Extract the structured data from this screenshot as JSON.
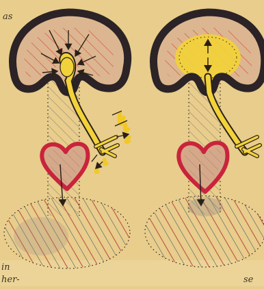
{
  "handwriting": {
    "top_left": "as",
    "bottom_left_1": "in",
    "bottom_left_2": "her-",
    "bottom_right": "se"
  },
  "colors": {
    "paper": "#e8cd8c",
    "paper_edge": "#f1dca6",
    "brain_outline": "#2b2326",
    "brain_fill": "#dcb690",
    "red_hatch": "#d84a3a",
    "nerve_yellow": "#f2d23a",
    "nerve_outline": "#2a2018",
    "heart_red": "#c9243c",
    "heart_fill": "#d6a88a",
    "navy_hatch": "#2f3b66",
    "ink": "#2a2018"
  },
  "figures": [
    {
      "id": "left",
      "brain_state": "hatched-with-inward-arrows",
      "arrows": "inward"
    },
    {
      "id": "right",
      "brain_state": "yellow-glow-with-vertical-arrow",
      "arrows": "vertical"
    }
  ]
}
